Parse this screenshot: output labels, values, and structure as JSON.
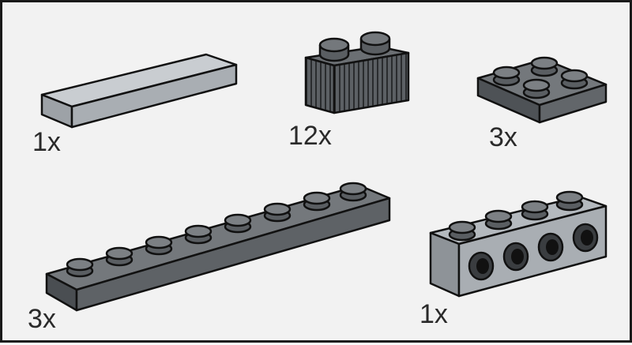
{
  "colors": {
    "background": "#f2f2f2",
    "frame": "#1a1a1a",
    "light_gray": "#a9aeb3",
    "dark_gray": "#565a5e",
    "outline": "#111111"
  },
  "parts": [
    {
      "id": "tile-1x4",
      "icon": "flat-tile-icon",
      "quantity": "1x"
    },
    {
      "id": "grille-1x2",
      "icon": "grille-brick-icon",
      "quantity": "12x"
    },
    {
      "id": "plate-2x2",
      "icon": "plate-2x2-icon",
      "quantity": "3x"
    },
    {
      "id": "plate-1x8",
      "icon": "plate-1x8-icon",
      "quantity": "3x"
    },
    {
      "id": "brick-1x4-studs",
      "icon": "technic-brick-icon",
      "quantity": "1x"
    }
  ]
}
